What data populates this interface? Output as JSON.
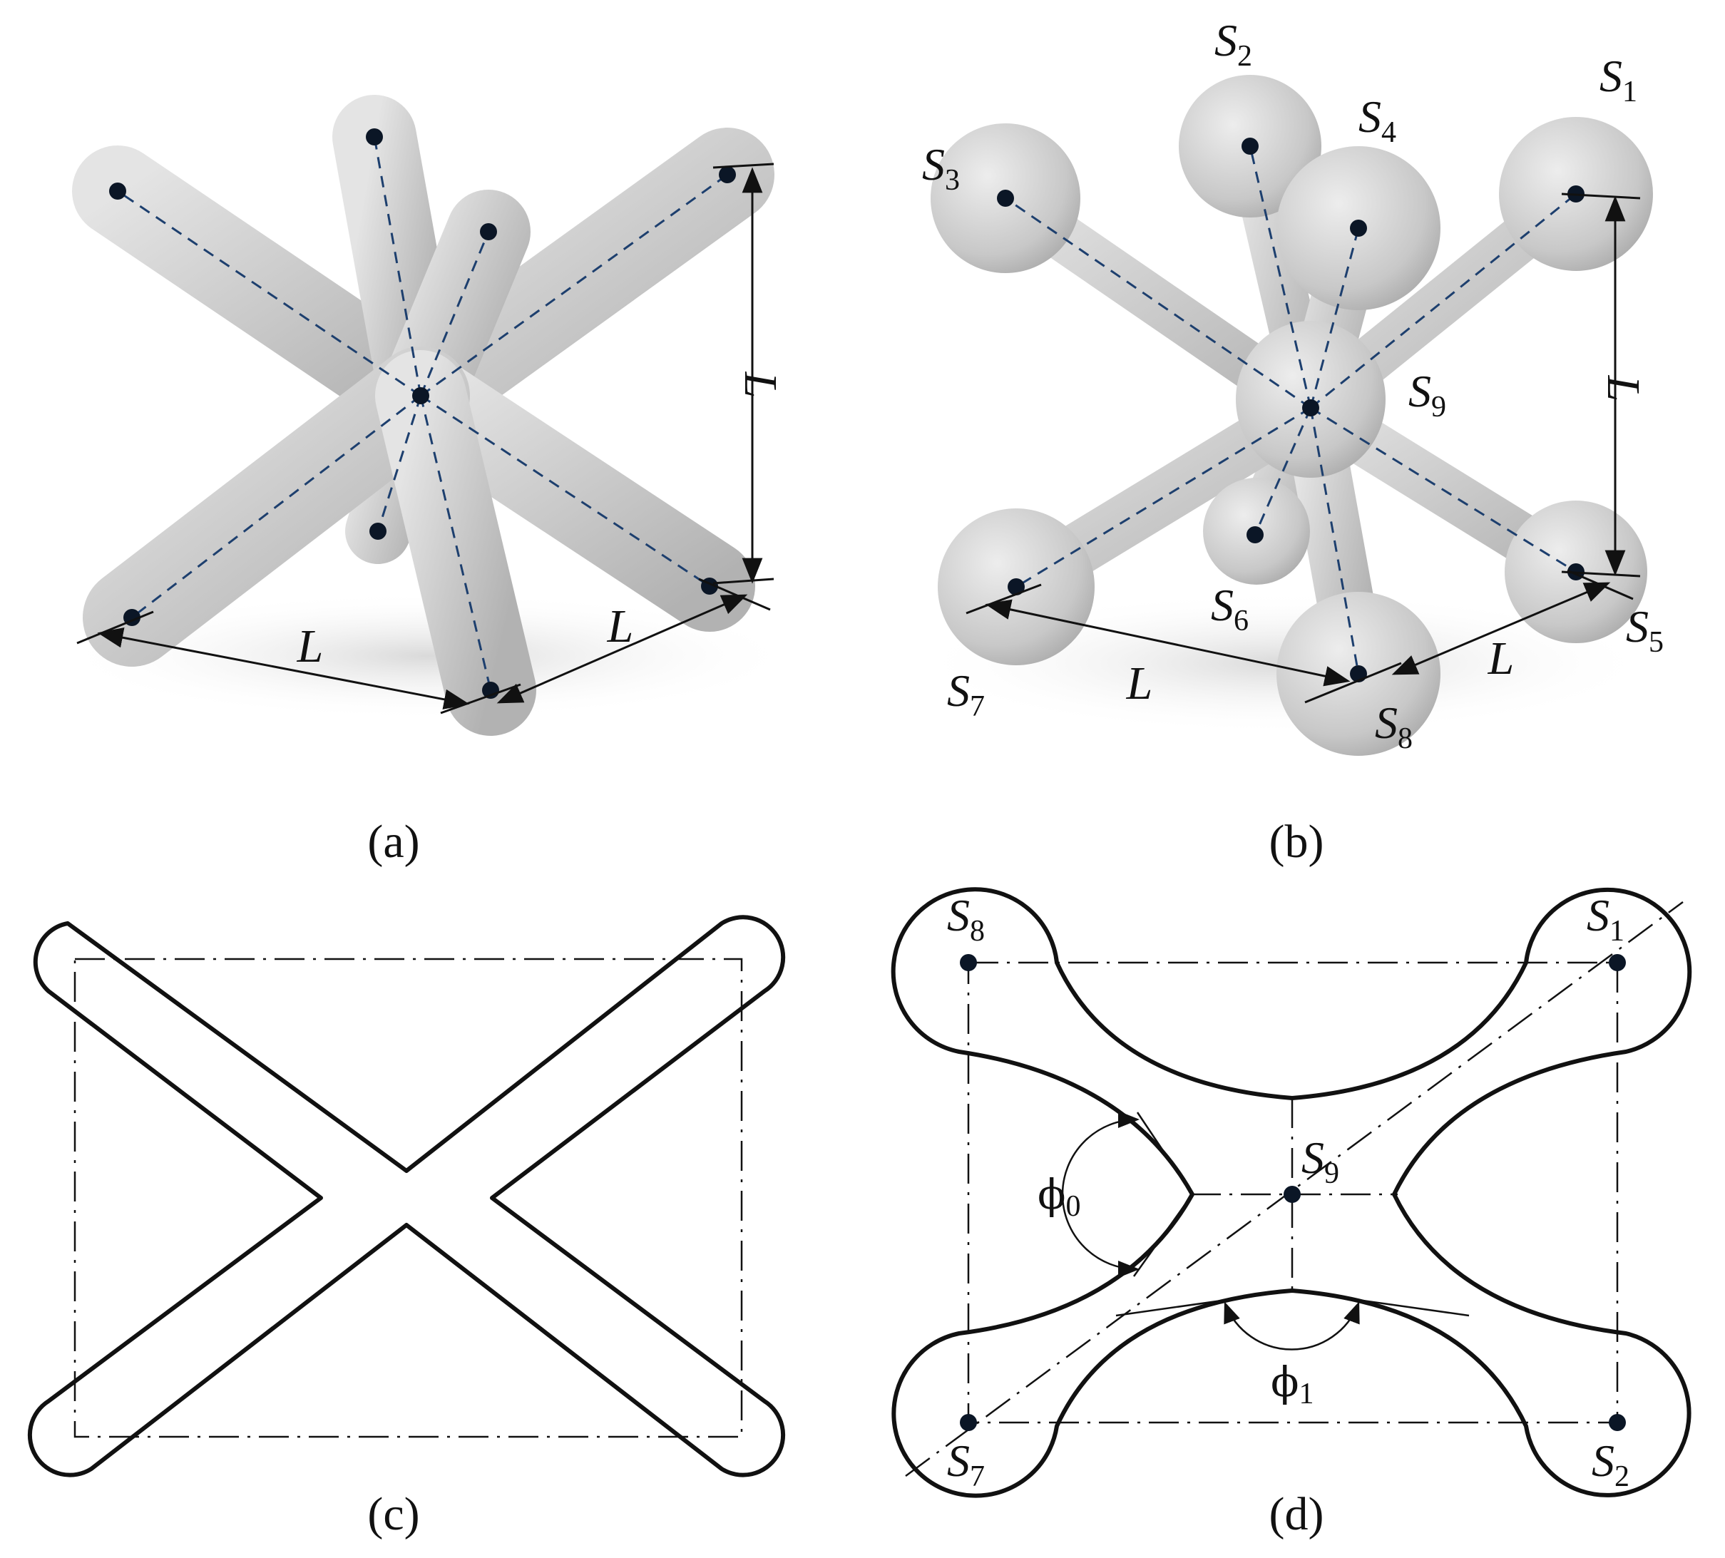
{
  "panels": {
    "a": {
      "caption": "(a)",
      "dimension_labels": [
        "L",
        "L",
        "L"
      ]
    },
    "b": {
      "caption": "(b)",
      "dimension_labels": [
        "L",
        "L",
        "L"
      ],
      "nodes": [
        {
          "letter": "S",
          "sub": "1"
        },
        {
          "letter": "S",
          "sub": "2"
        },
        {
          "letter": "S",
          "sub": "3"
        },
        {
          "letter": "S",
          "sub": "4"
        },
        {
          "letter": "S",
          "sub": "5"
        },
        {
          "letter": "S",
          "sub": "6"
        },
        {
          "letter": "S",
          "sub": "7"
        },
        {
          "letter": "S",
          "sub": "8"
        },
        {
          "letter": "S",
          "sub": "9"
        }
      ]
    },
    "c": {
      "caption": "(c)"
    },
    "d": {
      "caption": "(d)",
      "nodes": [
        {
          "letter": "S",
          "sub": "8"
        },
        {
          "letter": "S",
          "sub": "1"
        },
        {
          "letter": "S",
          "sub": "9"
        },
        {
          "letter": "S",
          "sub": "7"
        },
        {
          "letter": "S",
          "sub": "2"
        }
      ],
      "angles": [
        {
          "symbol": "ϕ",
          "sub": "0"
        },
        {
          "symbol": "ϕ",
          "sub": "1"
        }
      ]
    }
  },
  "colors": {
    "surface_light": "#e6e6e6",
    "surface_dark": "#a8a8a8",
    "axis_dash": "#1d3f6e",
    "node": "#0b1626",
    "line": "#111111"
  }
}
